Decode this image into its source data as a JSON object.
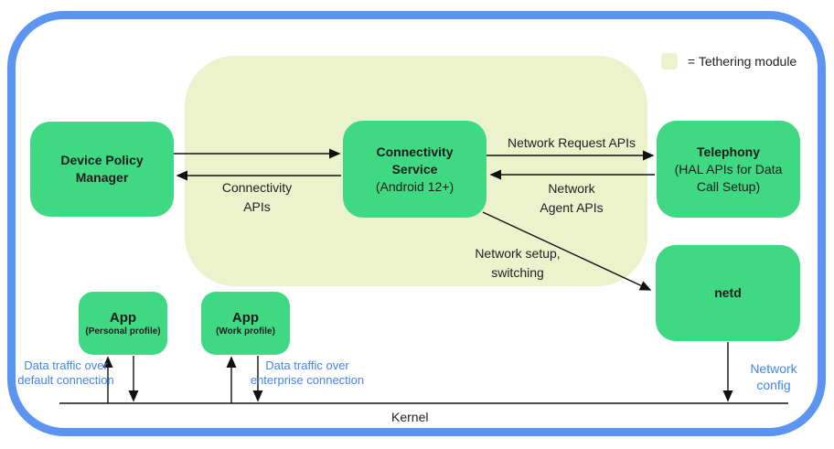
{
  "legend": {
    "label": "= Tethering module"
  },
  "nodes": {
    "device_policy_manager": {
      "title": "Device Policy\nManager"
    },
    "connectivity_service": {
      "title": "Connectivity\nService",
      "subtitle": "(Android 12+)"
    },
    "telephony": {
      "title": "Telephony",
      "subtitle": "(HAL APIs for Data\nCall Setup)"
    },
    "netd": {
      "title": "netd"
    },
    "app_personal": {
      "title": "App",
      "subtitle": "(Personal profile)"
    },
    "app_work": {
      "title": "App",
      "subtitle": "(Work profile)"
    }
  },
  "labels": {
    "network_request_apis": "Network Request APIs",
    "network_agent_apis": "Network\nAgent APIs",
    "connectivity_apis": "Connectivity\nAPIs",
    "network_setup_switching": "Network setup,\nswitching",
    "data_traffic_default": "Data traffic over\ndefault connection",
    "data_traffic_enterprise": "Data traffic over\nenterprise connection",
    "network_config": "Network\nconfig",
    "kernel": "Kernel"
  },
  "colors": {
    "border_blue": "#5b94f1",
    "tethering_bg": "#ecf2cb",
    "module_green": "#3fd984",
    "blue_text": "#4285f4",
    "arrow_black": "#111111",
    "text_dark": "#202124"
  }
}
